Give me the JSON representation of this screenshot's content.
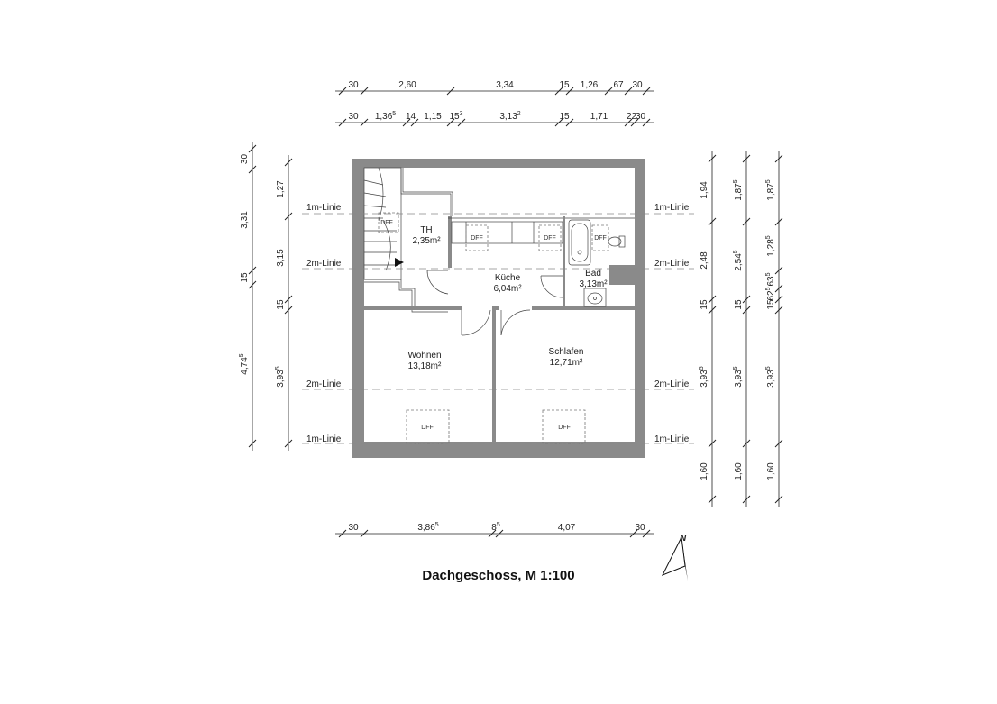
{
  "title": "Dachgeschoss, M 1:100",
  "north_label": "N",
  "rooms": [
    {
      "name": "TH",
      "area": "2,35m²"
    },
    {
      "name": "Küche",
      "area": "6,04m²"
    },
    {
      "name": "Bad",
      "area": "3,13m²"
    },
    {
      "name": "Wohnen",
      "area": "13,18m²"
    },
    {
      "name": "Schlafen",
      "area": "12,71m²"
    }
  ],
  "window_label": "DFF",
  "line_labels": {
    "one_m": "1m-Linie",
    "two_m": "2m-Linie"
  },
  "dims_top_1": [
    {
      "main": "30",
      "sup": ""
    },
    {
      "main": "2,60",
      "sup": ""
    },
    {
      "main": "3,34",
      "sup": ""
    },
    {
      "main": "15",
      "sup": ""
    },
    {
      "main": "1,26",
      "sup": ""
    },
    {
      "main": "67",
      "sup": ""
    },
    {
      "main": "30",
      "sup": ""
    }
  ],
  "dims_top_2": [
    {
      "main": "30",
      "sup": ""
    },
    {
      "main": "1,36",
      "sup": "5"
    },
    {
      "main": "14",
      "sup": ""
    },
    {
      "main": "1,15",
      "sup": ""
    },
    {
      "main": "15",
      "sup": "3"
    },
    {
      "main": "3,13",
      "sup": "2"
    },
    {
      "main": "15",
      "sup": ""
    },
    {
      "main": "1,71",
      "sup": ""
    },
    {
      "main": "22",
      "sup": ""
    },
    {
      "main": "30",
      "sup": ""
    }
  ],
  "dims_bottom": [
    {
      "main": "30",
      "sup": ""
    },
    {
      "main": "3,86",
      "sup": "5"
    },
    {
      "main": "8",
      "sup": "5"
    },
    {
      "main": "4,07",
      "sup": ""
    },
    {
      "main": "30",
      "sup": ""
    }
  ],
  "dims_left_outer": [
    {
      "main": "30",
      "sup": ""
    },
    {
      "main": "3,31",
      "sup": ""
    },
    {
      "main": "15",
      "sup": ""
    },
    {
      "main": "4,74",
      "sup": "5"
    }
  ],
  "dims_left_inner": [
    {
      "main": "1,27",
      "sup": ""
    },
    {
      "main": "3,15",
      "sup": ""
    },
    {
      "main": "15",
      "sup": ""
    },
    {
      "main": "3,93",
      "sup": "5"
    }
  ],
  "dims_right_1": [
    {
      "main": "1,94",
      "sup": ""
    },
    {
      "main": "2,48",
      "sup": ""
    },
    {
      "main": "15",
      "sup": ""
    },
    {
      "main": "3,93",
      "sup": "5"
    },
    {
      "main": "1,60",
      "sup": ""
    }
  ],
  "dims_right_2": [
    {
      "main": "1,87",
      "sup": "5"
    },
    {
      "main": "2,54",
      "sup": "5"
    },
    {
      "main": "15",
      "sup": ""
    },
    {
      "main": "3,93",
      "sup": "5"
    },
    {
      "main": "1,60",
      "sup": ""
    }
  ],
  "dims_right_3": [
    {
      "main": "1,87",
      "sup": "5"
    },
    {
      "main": "1,28",
      "sup": "5"
    },
    {
      "main": "63",
      "sup": "5"
    },
    {
      "main": "62",
      "sup": "5"
    },
    {
      "main": "15",
      "sup": ""
    },
    {
      "main": "3,93",
      "sup": "5"
    },
    {
      "main": "1,60",
      "sup": ""
    }
  ]
}
